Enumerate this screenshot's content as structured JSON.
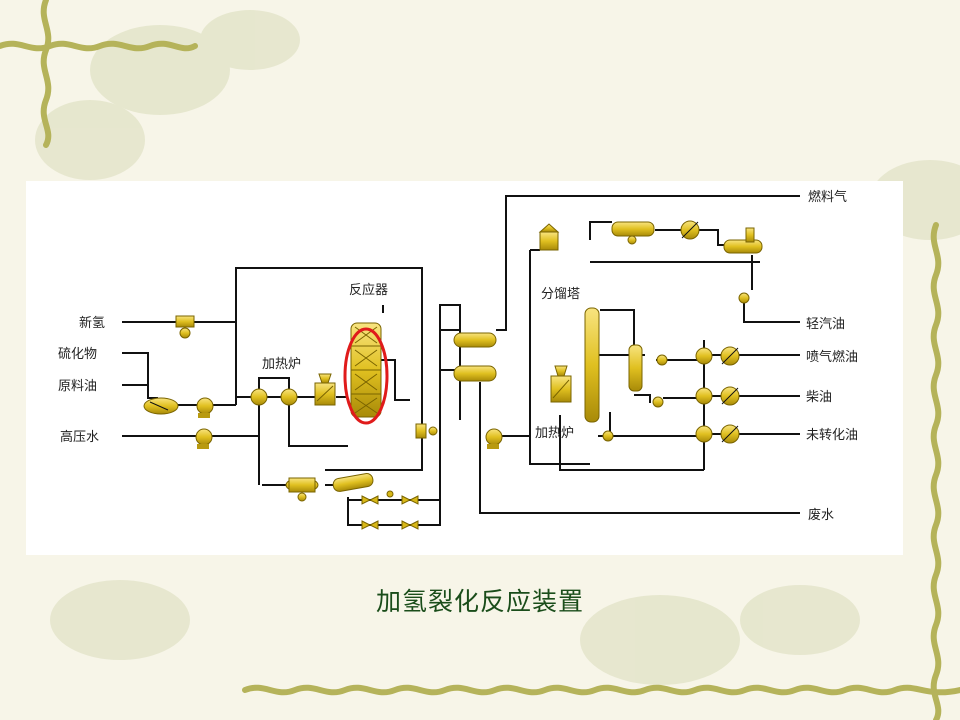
{
  "slide": {
    "caption": "加氢裂化反应装置",
    "accent_color": "#e0c020",
    "highlight_color": "#e01b1b"
  },
  "diagram": {
    "inputs": {
      "hydrogen": "新氢",
      "catalyst": "硫化物",
      "feed_oil": "原料油",
      "hp_water": "高压水"
    },
    "units": {
      "reactor": "反应器",
      "heater_1": "加热炉",
      "fractionator": "分馏塔",
      "heater_2": "加热炉"
    },
    "outputs": {
      "fuel_gas": "燃料气",
      "light_gasoline": "轻汽油",
      "jet_fuel": "喷气燃油",
      "diesel": "柴油",
      "unconverted_oil": "未转化油",
      "wastewater": "废水"
    }
  }
}
